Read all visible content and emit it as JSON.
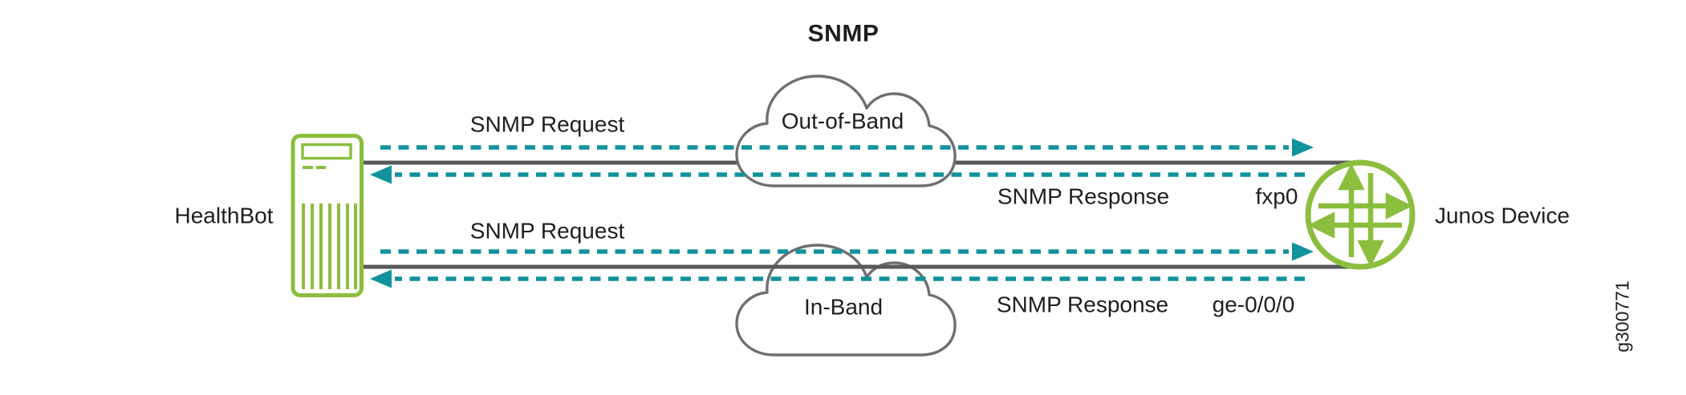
{
  "figure": {
    "title": "SNMP",
    "figure_id": "g300771"
  },
  "nodes": {
    "healthbot": {
      "label": "HealthBot"
    },
    "junos_device": {
      "label": "Junos Device"
    }
  },
  "networks": {
    "out_of_band": {
      "label": "Out-of-Band"
    },
    "in_band": {
      "label": "In-Band"
    }
  },
  "interfaces": {
    "out_of_band": "fxp0",
    "in_band": "ge-0/0/0"
  },
  "flows": {
    "oob_request": {
      "label": "SNMP Request",
      "direction": "right"
    },
    "oob_response": {
      "label": "SNMP Response",
      "direction": "left"
    },
    "inband_request": {
      "label": "SNMP Request",
      "direction": "right"
    },
    "inband_response": {
      "label": "SNMP Response",
      "direction": "left"
    }
  },
  "colors": {
    "accent_green": "#8CBE3E",
    "accent_teal": "#11929D",
    "link_gray": "#58595B",
    "cloud_outline_gray": "#6E6F72",
    "text": "#1E1E1E",
    "background": "#FFFFFF"
  }
}
